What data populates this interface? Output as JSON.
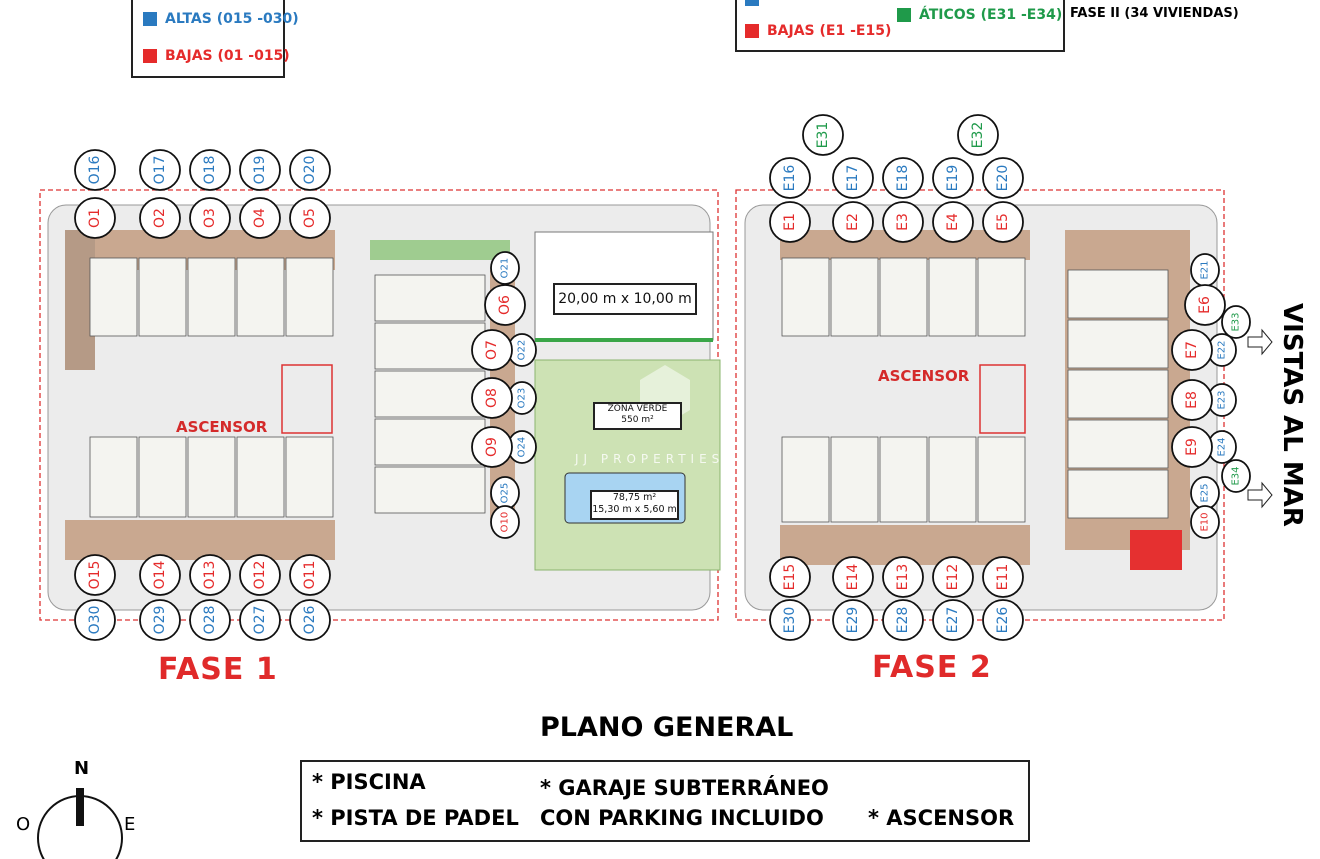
{
  "legend_fase1": {
    "altas": {
      "label": "ALTAS (015 -030)",
      "color": "#2a7ac0"
    },
    "bajas": {
      "label": "BAJAS (01 -015)",
      "color": "#e52b2b"
    }
  },
  "legend_fase2": {
    "bajas": {
      "label": "BAJAS (E1 -E15)",
      "color": "#e52b2b"
    },
    "aticos": {
      "label": "ÁTICOS (E31 -E34)",
      "color": "#1f9a4a"
    },
    "altas_color": "#2a7ac0",
    "title": "FASE II (34 VIVIENDAS)"
  },
  "plan": {
    "padel_label": "20,00 m x 10,00 m",
    "green_zone": {
      "name": "ZONA VERDE",
      "area": "550 m²"
    },
    "pool": {
      "area": "78,75 m²",
      "size": "15,30 m x 5,60 m"
    },
    "elevator_label": "ASCENSOR",
    "watermark": "JJ PROPERTIES",
    "fase1_label": "FASE 1",
    "fase2_label": "FASE 2",
    "vistas_label": "VISTAS AL MAR"
  },
  "units": {
    "blue": [
      "O16",
      "O17",
      "O18",
      "O19",
      "O20",
      "O21",
      "O22",
      "O23",
      "O24",
      "O25",
      "O30",
      "O29",
      "O28",
      "O27",
      "O26",
      "E16",
      "E17",
      "E18",
      "E19",
      "E20",
      "E21",
      "E22",
      "E23",
      "E24",
      "E25",
      "E30",
      "E29",
      "E28",
      "E27",
      "E26"
    ],
    "red": [
      "O1",
      "O2",
      "O3",
      "O4",
      "O5",
      "O6",
      "O7",
      "O8",
      "O9",
      "O10",
      "O15",
      "O14",
      "O13",
      "O12",
      "O11",
      "E1",
      "E2",
      "E3",
      "E4",
      "E5",
      "E6",
      "E7",
      "E8",
      "E9",
      "E10",
      "E15",
      "E14",
      "E13",
      "E12",
      "E11"
    ],
    "green": [
      "E31",
      "E32",
      "E33",
      "E34"
    ]
  },
  "footer": {
    "title": "PLANO GENERAL",
    "features": [
      "* PISCINA",
      "* PISTA DE PADEL",
      "* GARAJE SUBTERRÁNEO",
      "CON PARKING INCLUIDO",
      "* ASCENSOR"
    ]
  },
  "compass": {
    "n": "N",
    "o": "O",
    "e": "E"
  }
}
